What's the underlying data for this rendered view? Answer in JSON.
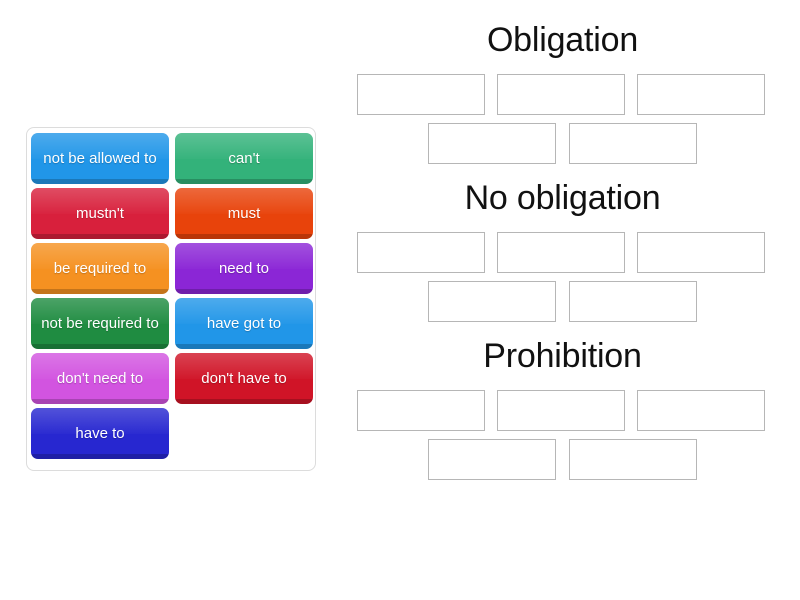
{
  "activity": {
    "type": "group-sort",
    "tray": {
      "name": "word-tile-tray",
      "tiles": [
        {
          "label": "not be allowed to",
          "color": "#2196e8"
        },
        {
          "label": "can't",
          "color": "#33b27a"
        },
        {
          "label": "mustn't",
          "color": "#d8203c"
        },
        {
          "label": "must",
          "color": "#e8430b"
        },
        {
          "label": "be required to",
          "color": "#f59121"
        },
        {
          "label": "need to",
          "color": "#8b26d6"
        },
        {
          "label": "not be required to",
          "color": "#1f8c41"
        },
        {
          "label": "have got to",
          "color": "#2196e8"
        },
        {
          "label": "don't need to",
          "color": "#d254e0"
        },
        {
          "label": "don't have to",
          "color": "#d01427"
        },
        {
          "label": "have to",
          "color": "#2727d0"
        }
      ]
    },
    "categories": [
      {
        "title": "Obligation",
        "slots_row1": [
          "",
          "",
          ""
        ],
        "slots_row2": [
          "",
          ""
        ]
      },
      {
        "title": "No obligation",
        "slots_row1": [
          "",
          "",
          ""
        ],
        "slots_row2": [
          "",
          ""
        ]
      },
      {
        "title": "Prohibition",
        "slots_row1": [
          "",
          "",
          ""
        ],
        "slots_row2": [
          "",
          ""
        ]
      }
    ]
  },
  "colors": {
    "page_background": "#ffffff",
    "tray_border": "#dcdcdc",
    "slot_border": "#b6b6b6",
    "title_text": "#111111",
    "tile_text": "#ffffff"
  }
}
